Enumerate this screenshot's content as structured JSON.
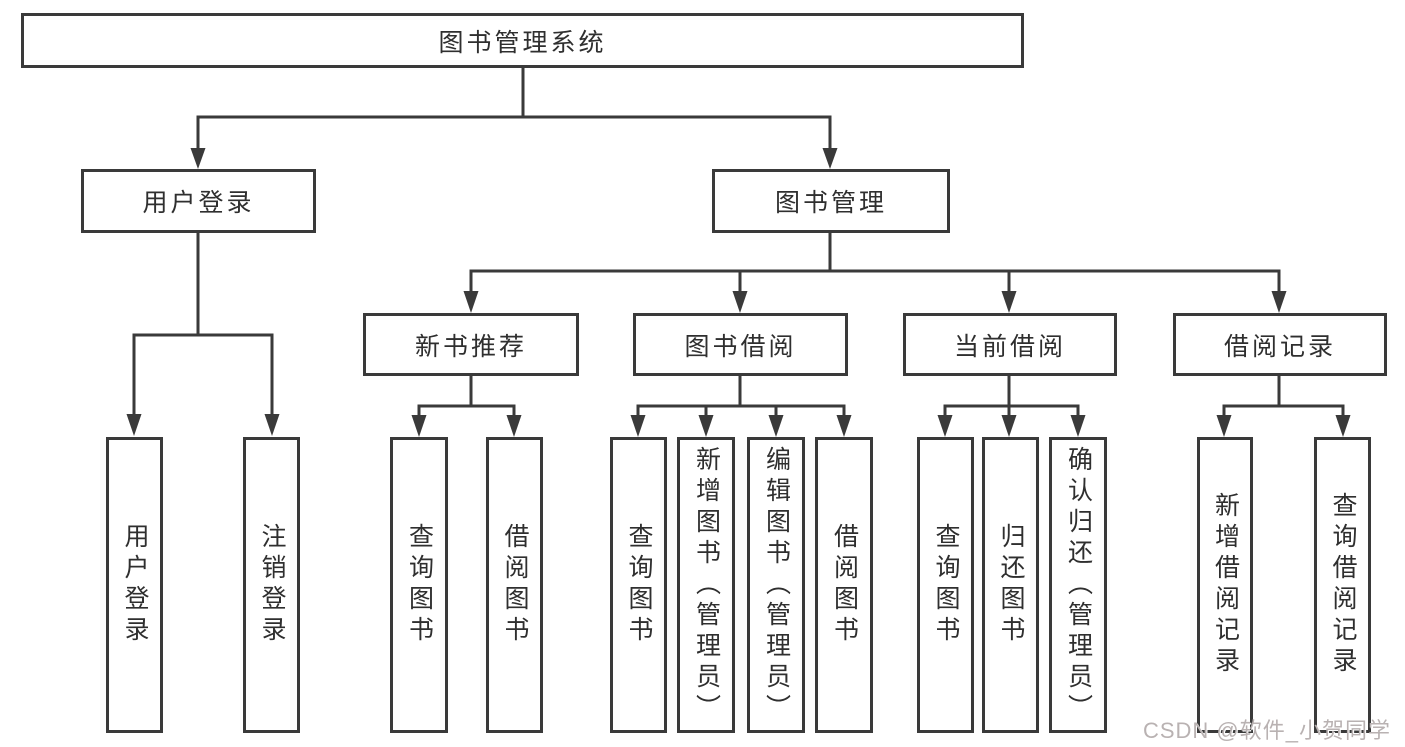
{
  "diagram_title": "图书管理系统",
  "colors": {
    "line": "#3a3a3a",
    "box_border": "#3a3a3a",
    "text": "#2f2f2f",
    "background": "#ffffff",
    "watermark": "#b9b2b2"
  },
  "watermark": "CSDN @软件_小贺同学",
  "tree": {
    "root": {
      "label": "图书管理系统"
    },
    "branches": [
      {
        "label": "用户登录",
        "children": [
          "用户登录",
          "注销登录"
        ]
      },
      {
        "label": "图书管理",
        "children": [
          {
            "label": "新书推荐",
            "children": [
              "查询图书",
              "借阅图书"
            ]
          },
          {
            "label": "图书借阅",
            "children": [
              "查询图书",
              "新增图书（管理员）",
              "编辑图书（管理员）",
              "借阅图书"
            ]
          },
          {
            "label": "当前借阅",
            "children": [
              "查询图书",
              "归还图书",
              "确认归还（管理员）"
            ]
          },
          {
            "label": "借阅记录",
            "children": [
              "新增借阅记录",
              "查询借阅记录"
            ]
          }
        ]
      }
    ]
  }
}
